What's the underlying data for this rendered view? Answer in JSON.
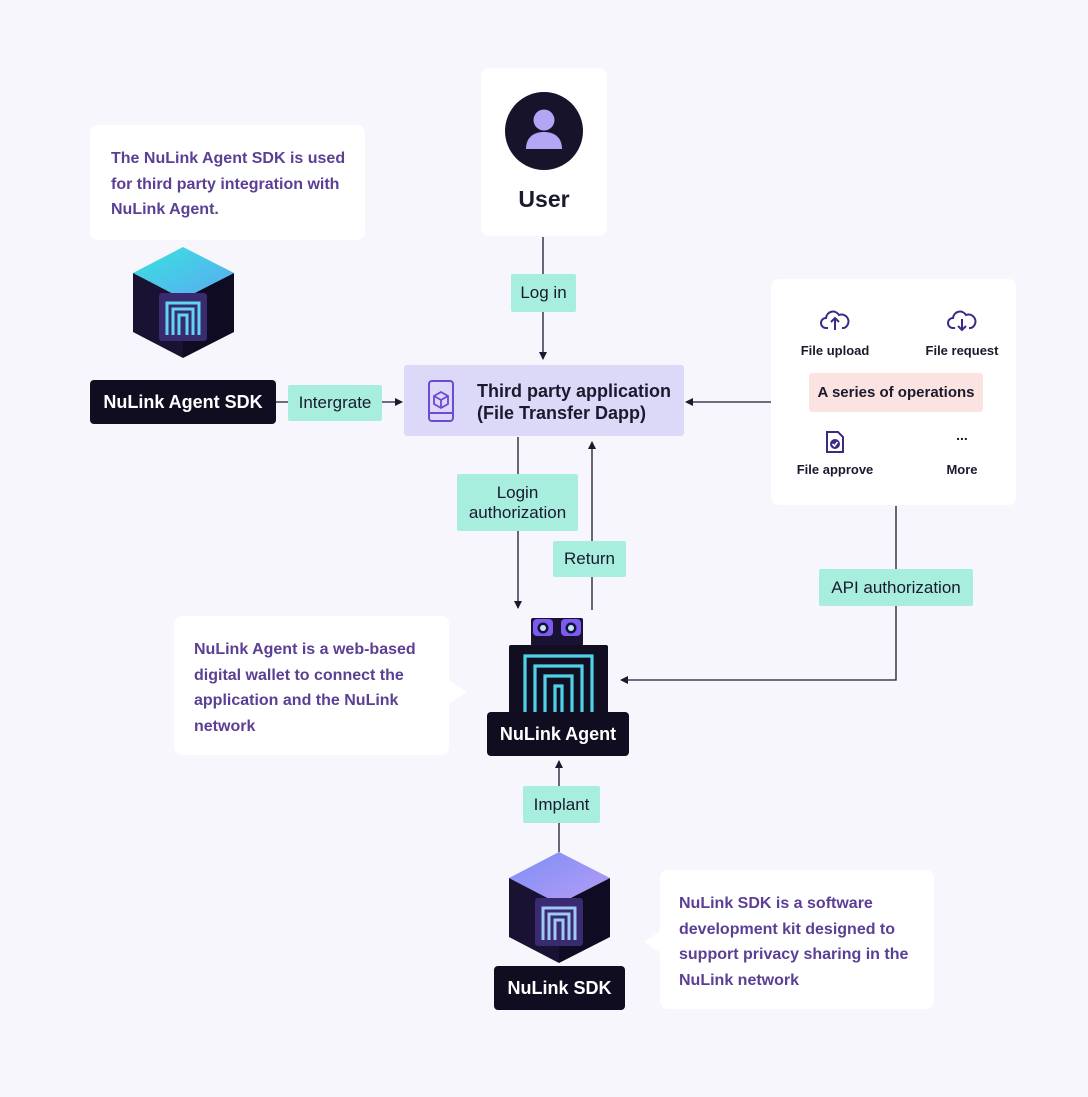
{
  "user": {
    "label": "User"
  },
  "notes": {
    "agent_sdk": "The NuLink Agent SDK is used for third party integration with NuLink Agent.",
    "agent": "NuLink Agent is a web-based digital wallet to connect the application and the NuLink network",
    "sdk": "NuLink SDK is a software development kit designed to support privacy sharing in the NuLink network"
  },
  "labels": {
    "login": "Log in",
    "integrate": "Intergrate",
    "login_authorization": "Login authorization",
    "return": "Return",
    "api_authorization": "API authorization",
    "implant": "Implant"
  },
  "nodes": {
    "agent_sdk": "NuLink Agent SDK",
    "app_line1": "Third party application",
    "app_line2": "(File Transfer Dapp)",
    "agent": "NuLink Agent",
    "sdk": "NuLink SDK"
  },
  "operations": {
    "banner": "A series of operations",
    "items": [
      {
        "label": "File upload",
        "icon": "cloud-upload-icon"
      },
      {
        "label": "File request",
        "icon": "cloud-download-icon"
      },
      {
        "label": "File approve",
        "icon": "file-check-icon"
      },
      {
        "label": "More",
        "icon": "ellipsis-icon",
        "glyph": "..."
      }
    ]
  },
  "colors": {
    "background": "#f7f6fd",
    "tag": "#a8eedf",
    "dark": "#110d20",
    "app_box": "#dcd8f7",
    "note_text": "#5b3f95",
    "ops_banner": "#fbe3e1"
  }
}
